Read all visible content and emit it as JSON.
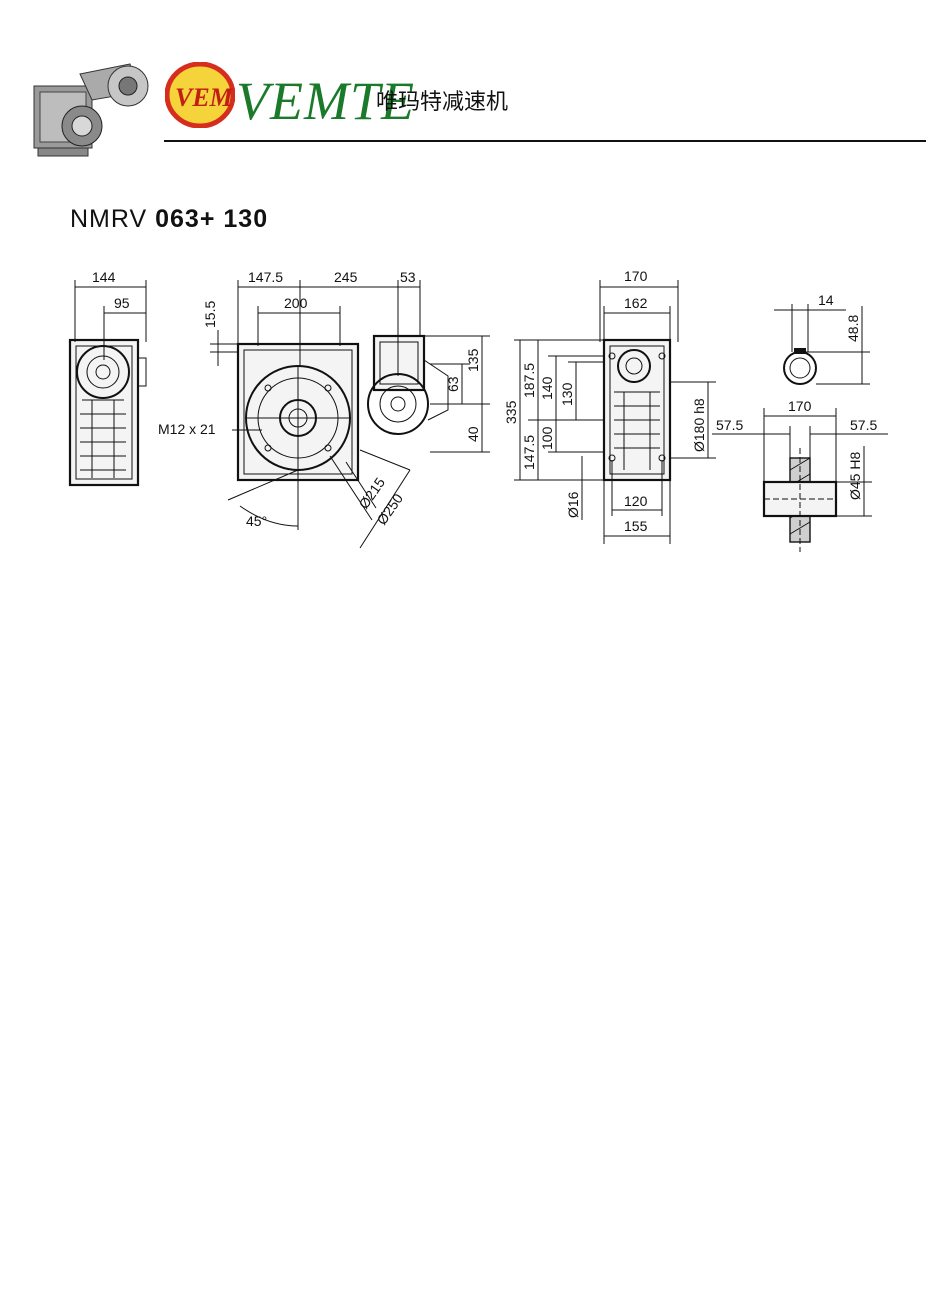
{
  "header": {
    "brand": "VEMTE",
    "brand_cn": "唯玛特减速机",
    "logo_letters": "VEM"
  },
  "title": {
    "prefix": "NMRV",
    "model": "063+ 130"
  },
  "dimensions": {
    "front": {
      "w144": "144",
      "w95": "95"
    },
    "side": {
      "d147_5": "147.5",
      "d245": "245",
      "d53": "53",
      "d200": "200",
      "d15_5": "15.5",
      "d135": "135",
      "d63": "63",
      "d40": "40",
      "thread": "M12 x 21",
      "angle": "45°",
      "dia215": "Ø215",
      "dia250": "Ø250"
    },
    "rear": {
      "d170": "170",
      "d162": "162",
      "d335": "335",
      "d187_5": "187.5",
      "d147_5": "147.5",
      "d140": "140",
      "d130": "130",
      "d100": "100",
      "dia180": "Ø180 h8",
      "dia16": "Ø16",
      "d120": "120",
      "d155": "155"
    },
    "shaft": {
      "d14": "14",
      "d48_8": "48.8",
      "d170": "170",
      "d57_5_left": "57.5",
      "d57_5_right": "57.5",
      "dia45": "Ø45 H8"
    }
  }
}
